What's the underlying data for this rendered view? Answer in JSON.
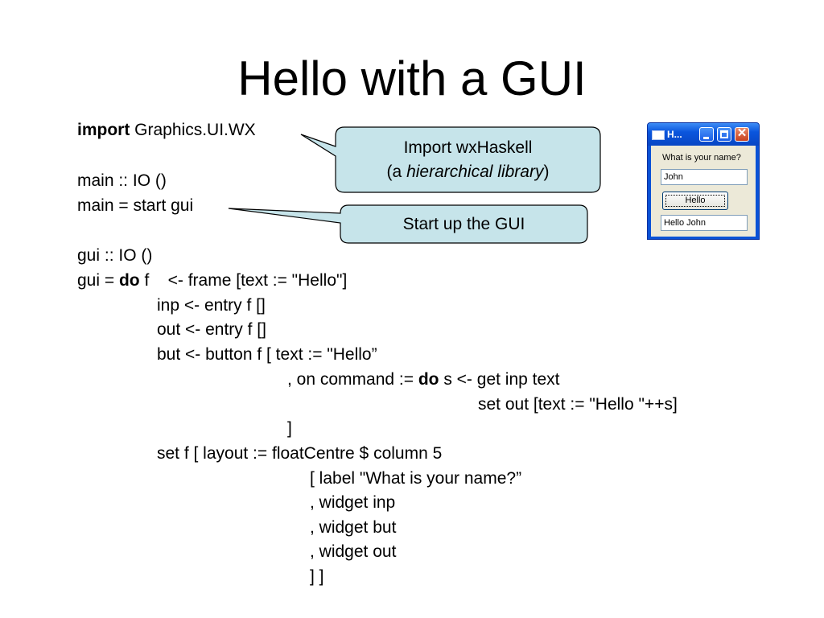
{
  "slide": {
    "title": "Hello with a GUI"
  },
  "code": {
    "l1_kw": "import",
    "l1_rest": " Graphics.UI.WX",
    "l2": "main :: IO ()",
    "l3": "main = start gui",
    "l4": "gui :: IO ()",
    "l5_pre": "gui = ",
    "l5_kw": "do",
    "l5_rest": " f    <- frame [text := \"Hello\"]",
    "l6": "inp <- entry f []",
    "l7": "out <- entry f []",
    "l8": "but <- button f [ text := \"Hello”",
    "l9_pre": ", on command := ",
    "l9_kw": "do",
    "l9_rest": " s <- get inp text",
    "l10": "set out [text := \"Hello \"++s]",
    "l11": "]",
    "l12": "set f [ layout := floatCentre $ column 5",
    "l13": "[ label \"What is your name?”",
    "l14": ", widget inp",
    "l15": ", widget but",
    "l16": ", widget out",
    "l17": "] ]"
  },
  "callouts": {
    "import_line1": "Import wxHaskell",
    "import_line2_pre": "(a ",
    "import_line2_em": "hierarchical library",
    "import_line2_post": ")",
    "start": "Start up the GUI",
    "fill_color": "#c6e4ea"
  },
  "window": {
    "title": "H...",
    "label": "What is your name?",
    "input_value": "John",
    "button_label": "Hello",
    "output_value": "Hello John",
    "titlebar_color": "#0a55dd"
  }
}
